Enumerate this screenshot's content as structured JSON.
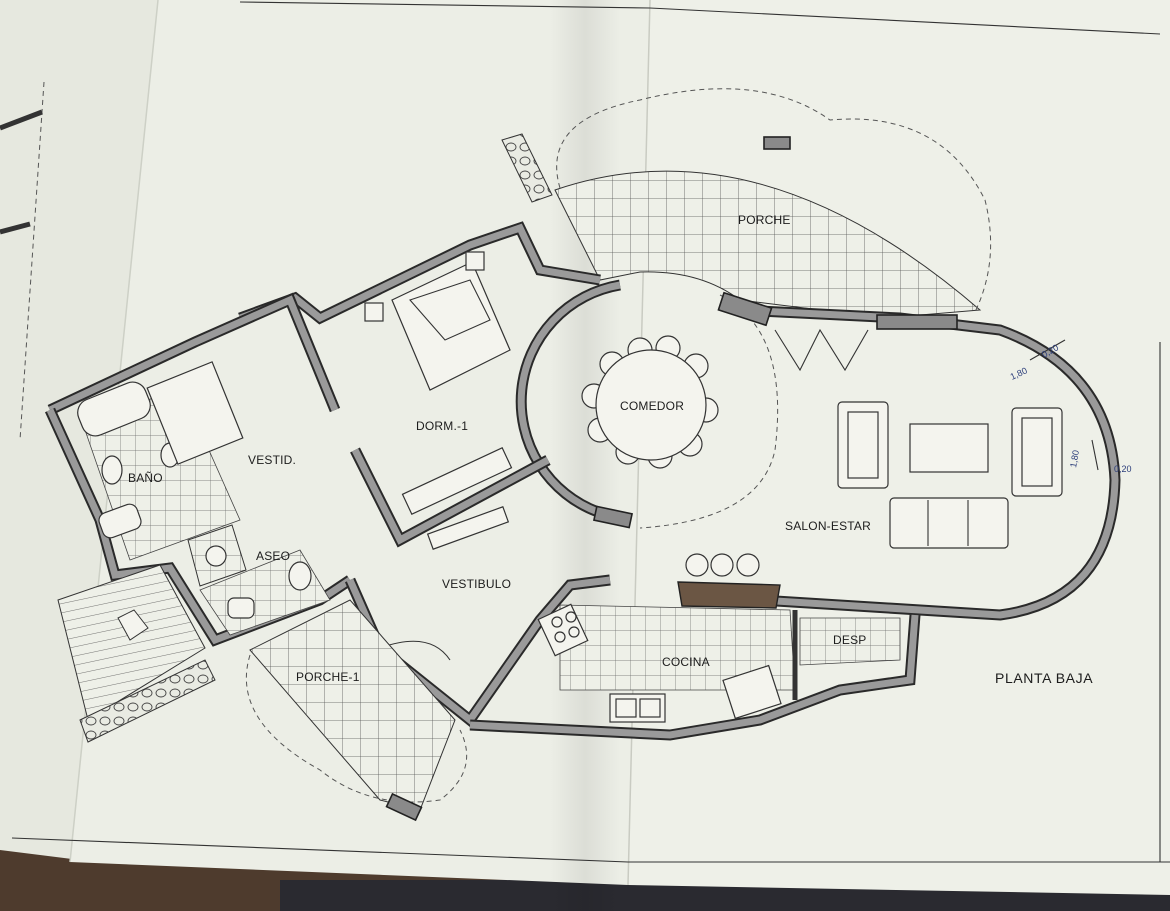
{
  "plan": {
    "title": "PLANTA BAJA",
    "rooms": {
      "porche": "PORCHE",
      "comedor": "COMEDOR",
      "dorm1": "DORM.-1",
      "vestid": "VESTID.",
      "bano": "BAÑO",
      "aseo": "ASEO",
      "vestibulo": "VESTIBULO",
      "salon_estar": "SALON-ESTAR",
      "cocina": "COCINA",
      "desp": "DESP",
      "porche1": "PORCHE-1"
    },
    "dimensions": {
      "d1": "1,80",
      "d2": "0,20",
      "d3": "1,80",
      "d4": "0,20"
    }
  },
  "colors": {
    "paper": "#eceee6",
    "wall_fill": "#8a8a8a",
    "ink": "#222222",
    "table": "#4b3a2c"
  }
}
